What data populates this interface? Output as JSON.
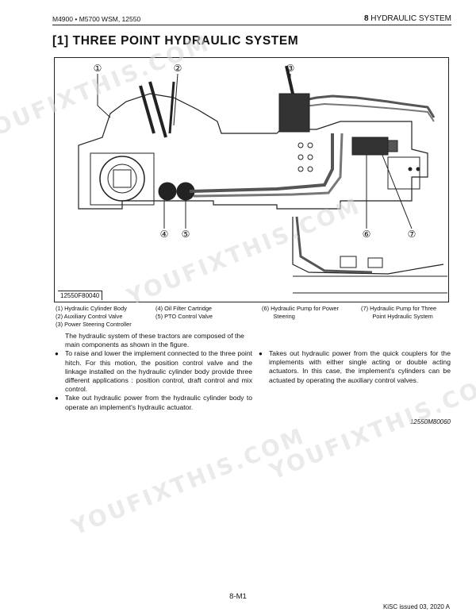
{
  "header": {
    "left": "M4900 • M5700 WSM, 12550",
    "right_bold": "8",
    "right_text": " HYDRAULIC SYSTEM"
  },
  "title": "[1]  THREE POINT HYDRAULIC SYSTEM",
  "figure": {
    "code": "12550F80040",
    "callouts": [
      "①",
      "②",
      "③",
      "④",
      "⑤",
      "⑥",
      "⑦"
    ]
  },
  "legend": {
    "c1": [
      "(1)  Hydraulic Cylinder Body",
      "(2)  Auxiliary Control Valve",
      "(3)  Power Steering Controller"
    ],
    "c2": [
      "(4)  Oil Filter Cartridge",
      "(5)  PTO Control Valve"
    ],
    "c3": [
      "(6)  Hydraulic Pump for Power",
      "       Steering"
    ],
    "c4": [
      "(7)  Hydraulic Pump for Three",
      "       Point Hydraulic System"
    ]
  },
  "body": {
    "intro": "The hydraulic system of these tractors are composed of the main components as shown in the figure.",
    "bullet1": "To raise and lower the implement connected to the three point hitch.  For this motion, the position control valve and the linkage installed on the hydraulic cylinder body provide three different applications : position control, draft control and mix control.",
    "bullet2": "Take out hydraulic power from the hydraulic cylinder body to operate an implement's hydraulic actuator.",
    "bullet3": "Takes out hydraulic power from the quick couplers for the implements with either single acting or double acting actuators.   In this case, the implement's cylinders can be actuated by operating the auxiliary control valves."
  },
  "doc_code": "12550M80060",
  "page_number": "8-M1",
  "footer": "KiSC issued 03, 2020 A",
  "watermark": "YOUFIXTHIS.COM"
}
